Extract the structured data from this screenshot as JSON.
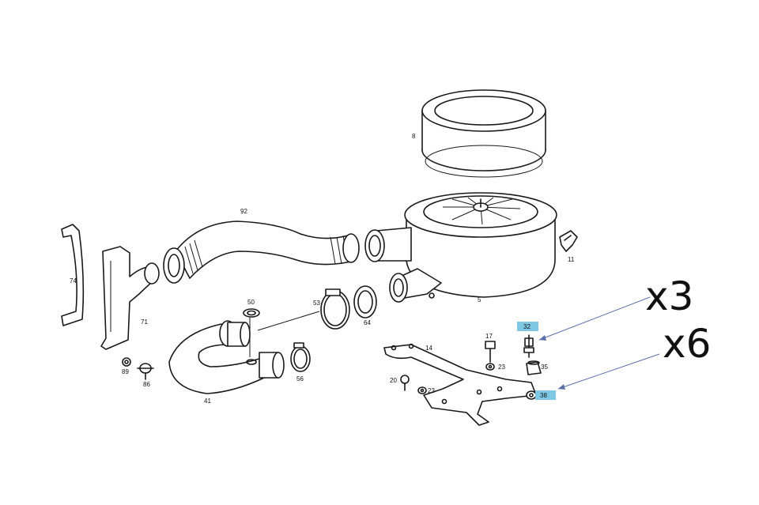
{
  "labels": {
    "p8": "8",
    "p92": "92",
    "p5": "5",
    "p11": "11",
    "p74": "74",
    "p71": "71",
    "p53": "53",
    "p64": "64",
    "p50": "50",
    "p41": "41",
    "p56": "56",
    "p89": "89",
    "p86": "86",
    "p14": "14",
    "p17": "17",
    "p23a": "23",
    "p32": "32",
    "p35": "35",
    "p38": "38",
    "p20": "20",
    "p23b": "23"
  },
  "quantities": {
    "q32": "x3",
    "q38": "x6"
  },
  "colors": {
    "highlight": "#7ec8e3",
    "arrow": "#5a6fa8"
  }
}
